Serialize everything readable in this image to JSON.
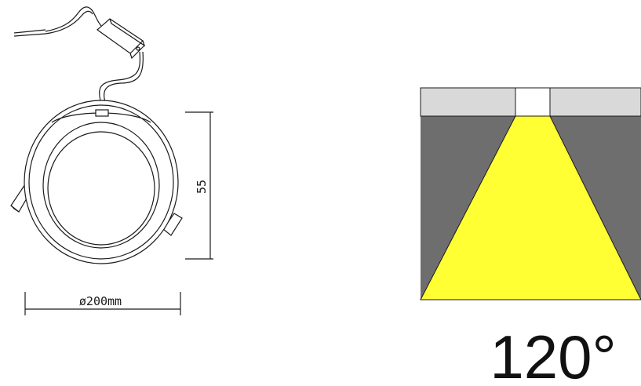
{
  "drawing": {
    "diameter_label": "ø200mm",
    "height_label": "55",
    "beam_angle_label": "120°"
  },
  "colors": {
    "line": "#1a1a1a",
    "ceiling": "#d9d9d9",
    "wall_dark": "#6e6e6e",
    "beam": "#ffff33",
    "fixture": "#ffffff"
  }
}
